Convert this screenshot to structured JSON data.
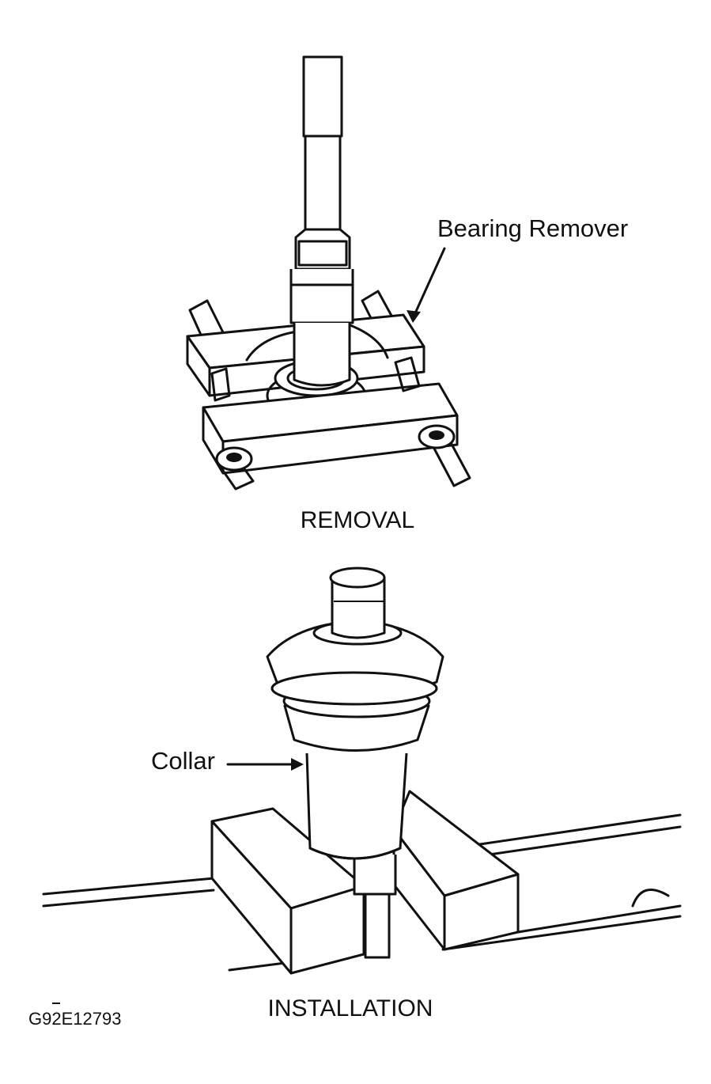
{
  "labels": {
    "bearing_remover": "Bearing Remover",
    "collar": "Collar",
    "removal": "REMOVAL",
    "installation": "INSTALLATION",
    "figure_code": "G92E12793"
  }
}
